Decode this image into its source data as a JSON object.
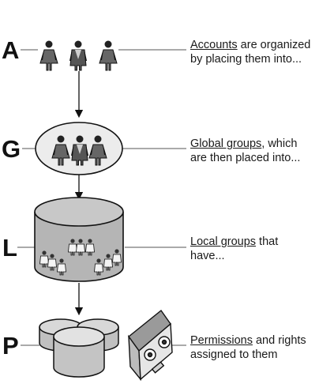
{
  "levels": {
    "a": {
      "letter": "A",
      "term": "Accounts",
      "rest1": " are organized",
      "line2": "by placing them into..."
    },
    "g": {
      "letter": "G",
      "term": "Global groups",
      "rest1": ", which",
      "line2": "are then placed into..."
    },
    "l": {
      "letter": "L",
      "term": "Local groups",
      "rest1": " that",
      "line2": "have..."
    },
    "p": {
      "letter": "P",
      "term": "Permissions",
      "rest1": " and rights",
      "line2": "assigned to them"
    }
  },
  "colors": {
    "ink": "#111111",
    "cylinder_top": "#c8c8c8",
    "cylinder_side": "#b5b5b5",
    "oval_fill": "#ececec",
    "disk_top": "#d8d8d8",
    "disk_side": "#c0c0c0"
  }
}
